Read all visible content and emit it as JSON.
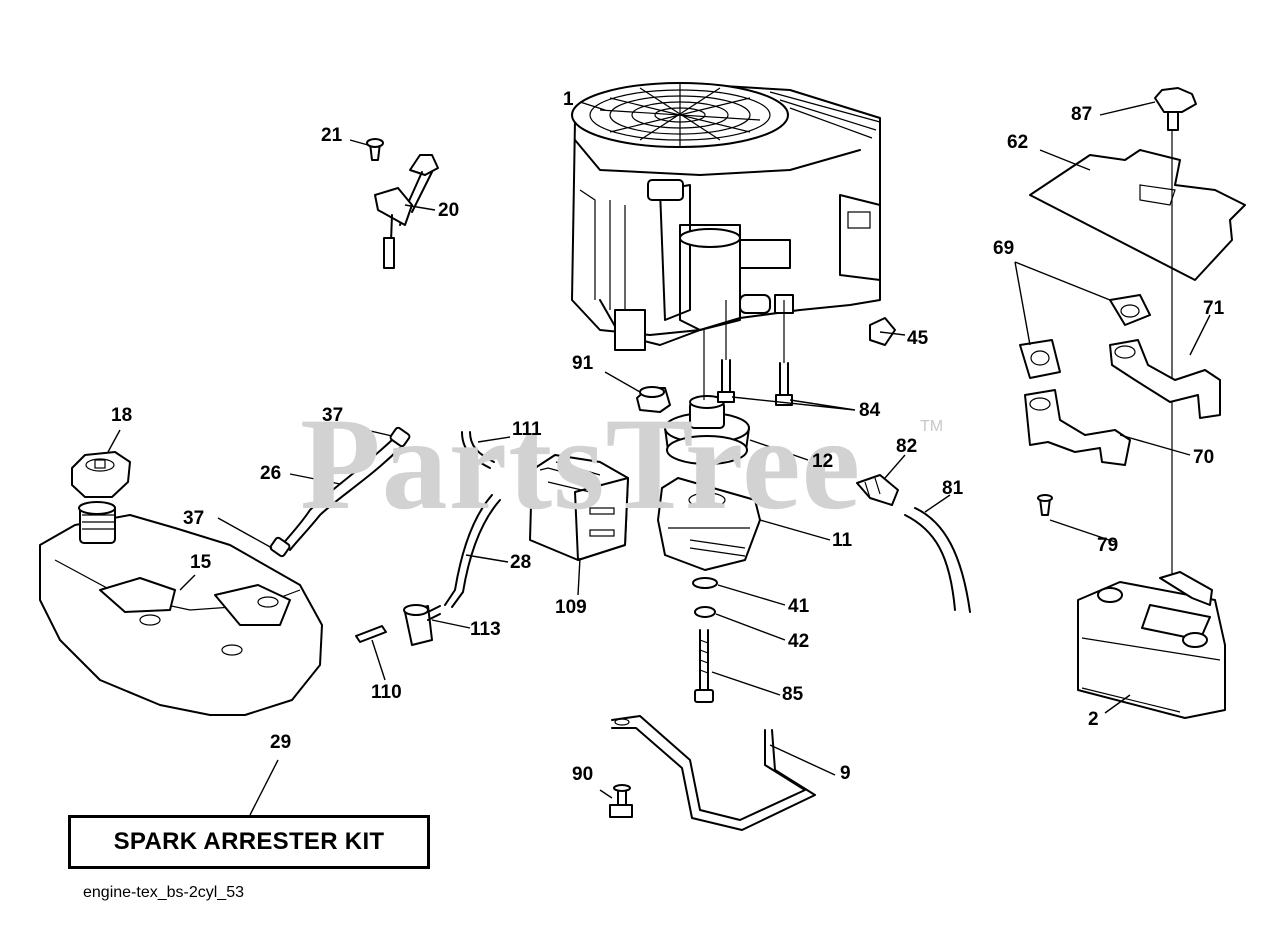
{
  "watermark": {
    "text": "PartsTree",
    "trademark": "TM"
  },
  "kit_label": "SPARK ARRESTER KIT",
  "caption": "engine-tex_bs-2cyl_53",
  "callouts": [
    {
      "id": "c1",
      "text": "1"
    },
    {
      "id": "c2",
      "text": "2"
    },
    {
      "id": "c9",
      "text": "9"
    },
    {
      "id": "c11",
      "text": "11"
    },
    {
      "id": "c12",
      "text": "12"
    },
    {
      "id": "c15",
      "text": "15"
    },
    {
      "id": "c18",
      "text": "18"
    },
    {
      "id": "c20",
      "text": "20"
    },
    {
      "id": "c21",
      "text": "21"
    },
    {
      "id": "c26",
      "text": "26"
    },
    {
      "id": "c28",
      "text": "28"
    },
    {
      "id": "c29",
      "text": "29"
    },
    {
      "id": "c37a",
      "text": "37"
    },
    {
      "id": "c37b",
      "text": "37"
    },
    {
      "id": "c41",
      "text": "41"
    },
    {
      "id": "c42",
      "text": "42"
    },
    {
      "id": "c45",
      "text": "45"
    },
    {
      "id": "c62",
      "text": "62"
    },
    {
      "id": "c69",
      "text": "69"
    },
    {
      "id": "c70",
      "text": "70"
    },
    {
      "id": "c71",
      "text": "71"
    },
    {
      "id": "c79",
      "text": "79"
    },
    {
      "id": "c81",
      "text": "81"
    },
    {
      "id": "c82",
      "text": "82"
    },
    {
      "id": "c84",
      "text": "84"
    },
    {
      "id": "c85",
      "text": "85"
    },
    {
      "id": "c87",
      "text": "87"
    },
    {
      "id": "c90",
      "text": "90"
    },
    {
      "id": "c91",
      "text": "91"
    },
    {
      "id": "c109",
      "text": "109"
    },
    {
      "id": "c110",
      "text": "110"
    },
    {
      "id": "c111",
      "text": "111"
    },
    {
      "id": "c113",
      "text": "113"
    }
  ]
}
